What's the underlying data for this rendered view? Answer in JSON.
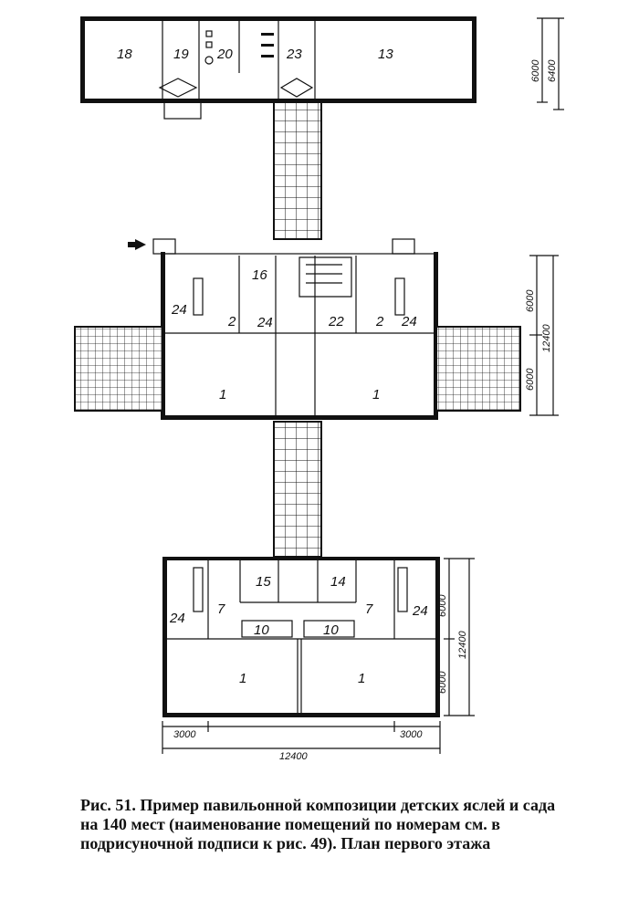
{
  "rooms": {
    "top": [
      "18",
      "19",
      "20",
      "23",
      "13"
    ],
    "middle": [
      "16",
      "24",
      "2",
      "24",
      "22",
      "2",
      "24",
      "1",
      "1"
    ],
    "bottom": [
      "15",
      "14",
      "7",
      "7",
      "24",
      "24",
      "10",
      "10",
      "1",
      "1"
    ]
  },
  "dimensions": {
    "top_right": [
      "6000",
      "6400"
    ],
    "middle_right": [
      "6000",
      "6000",
      "12400"
    ],
    "bottom_right": [
      "6000",
      "6000",
      "12400"
    ],
    "bottom": [
      "3000",
      "3000",
      "12400"
    ]
  },
  "caption": "Рис. 51. Пример павильонной композиции детских яслей и сада на 140 мест (наименование помещений по номерам см. в подрисуночной подписи к рис. 49). План первого этажа"
}
